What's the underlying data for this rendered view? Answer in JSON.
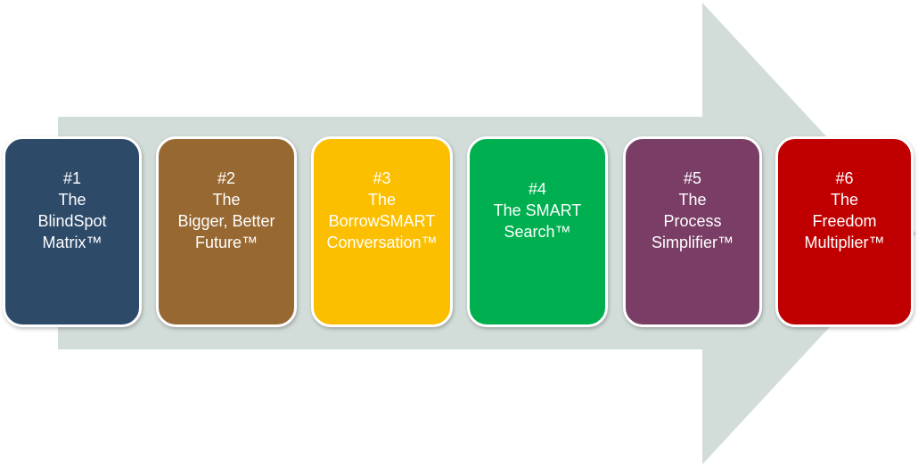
{
  "colors": {
    "arrow": "#d2dcd8",
    "step_1": "#2d4a69",
    "step_2": "#986832",
    "step_3": "#fcbf00",
    "step_4": "#00b050",
    "step_5": "#7a3e66",
    "step_6": "#c00000"
  },
  "steps": [
    {
      "number": "#1",
      "lines": [
        "The",
        "BlindSpot",
        "Matrix™"
      ]
    },
    {
      "number": "#2",
      "lines": [
        "The",
        "Bigger, Better",
        "Future™"
      ]
    },
    {
      "number": "#3",
      "lines": [
        "The",
        "BorrowSMART",
        "Conversation™"
      ]
    },
    {
      "number": "#4",
      "lines": [
        "The SMART",
        "Search™"
      ]
    },
    {
      "number": "#5",
      "lines": [
        "The",
        "Process",
        "Simplifier™"
      ]
    },
    {
      "number": "#6",
      "lines": [
        "The",
        "Freedom",
        "Multiplier™"
      ]
    }
  ]
}
